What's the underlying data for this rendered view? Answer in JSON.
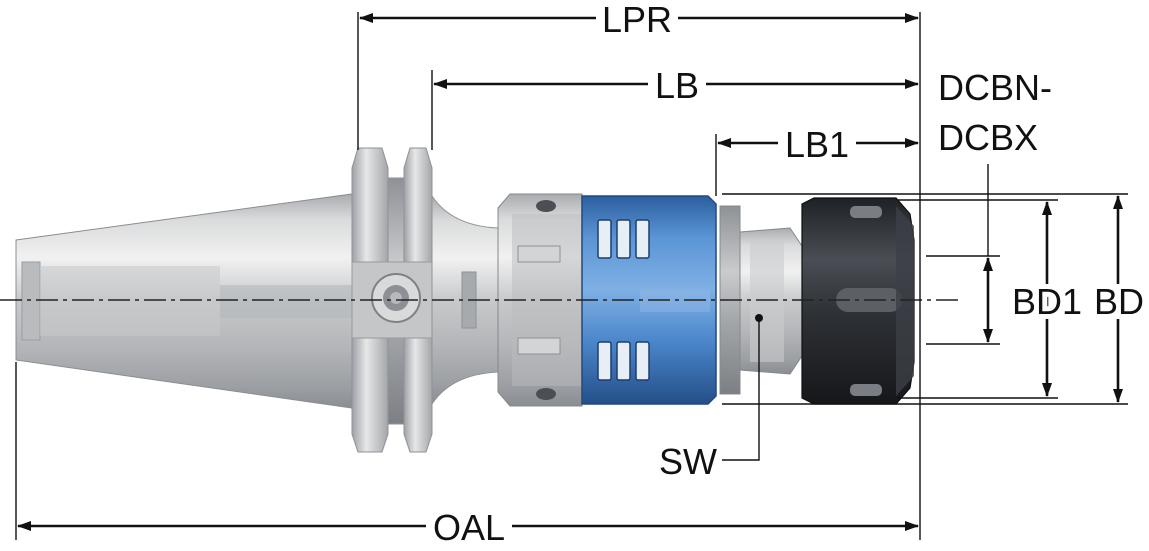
{
  "dimensions": {
    "lpr": "LPR",
    "lb": "LB",
    "lb1": "LB1",
    "dcbn_line1": "DCBN-",
    "dcbn_line2": "DCBX",
    "bd1": "BD1",
    "bd": "BD",
    "sw": "SW",
    "oal": "OAL"
  },
  "colors": {
    "dimension_line": "#111111",
    "holder_steel": "#c2c4c6",
    "clamp_sleeve_blue": "#3f7fc9",
    "collet_nut": "#2e3136"
  },
  "components": [
    "taper-shank",
    "flange",
    "clamping-body",
    "blue-clamp-sleeve",
    "collet-chuck",
    "collet-nut"
  ]
}
